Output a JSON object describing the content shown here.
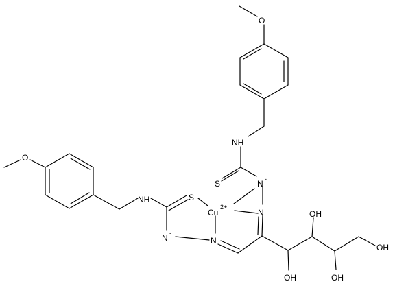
{
  "molecule": {
    "labels": {
      "o_top": "O",
      "o_left": "O",
      "nh_top": "NH",
      "nh_left": "NH",
      "s_top": "S",
      "s_left": "S",
      "n_minus_top": "N",
      "n_minus_left": "N",
      "n_imine_top": "N",
      "n_imine_left": "N",
      "metal": "Cu",
      "metal_charge": "2+",
      "anion_charge": "-",
      "oh_1": "OH",
      "oh_2": "OH",
      "oh_3": "OH",
      "oh_4": "OH"
    }
  }
}
